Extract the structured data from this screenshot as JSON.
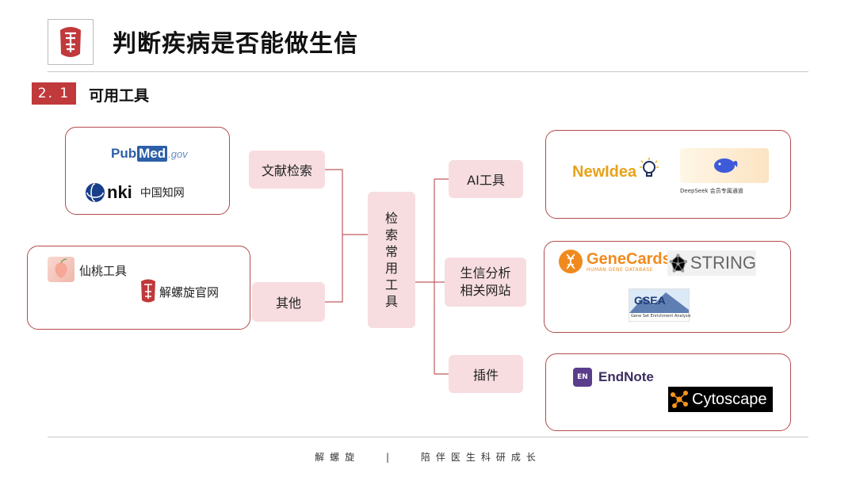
{
  "header": {
    "title": "判断疾病是否能做生信",
    "logo_icon": "jie-seal-logo-icon"
  },
  "section": {
    "number": "2. 1",
    "title": "可用工具"
  },
  "center": {
    "label": "检\n索\n常\n用\n工\n具"
  },
  "categories": {
    "literature": "文献检索",
    "other": "其他",
    "ai": "AI工具",
    "bio": "生信分析\n相关网站",
    "plugin": "插件"
  },
  "tools": {
    "pubmed_a": "Pub",
    "pubmed_b": "Med",
    "pubmed_c": ".gov",
    "cnki": "nki",
    "cnki_cn": "中国知网",
    "xiantao": "仙桃工具",
    "jieluoxuan": "解螺旋官网",
    "newidea": "NewIdea",
    "deepseek_caption": "DeepSeek 会员专属通道",
    "genecards": "GeneCards",
    "genecards_sub": "HUMAN GENE DATABASE",
    "string": "STRING",
    "gsea": "GSEA",
    "gsea_sub": "Gene Set Enrichment Analysis",
    "endnote_badge": "EN",
    "endnote": "EndNote",
    "cytoscape": "Cytoscape"
  },
  "footer": {
    "left": "解螺旋",
    "sep": "|",
    "right": "陪伴医生科研成长"
  },
  "colors": {
    "accent": "#c0393b",
    "pink_fill": "#f7dde0",
    "border": "#b44a4e"
  }
}
